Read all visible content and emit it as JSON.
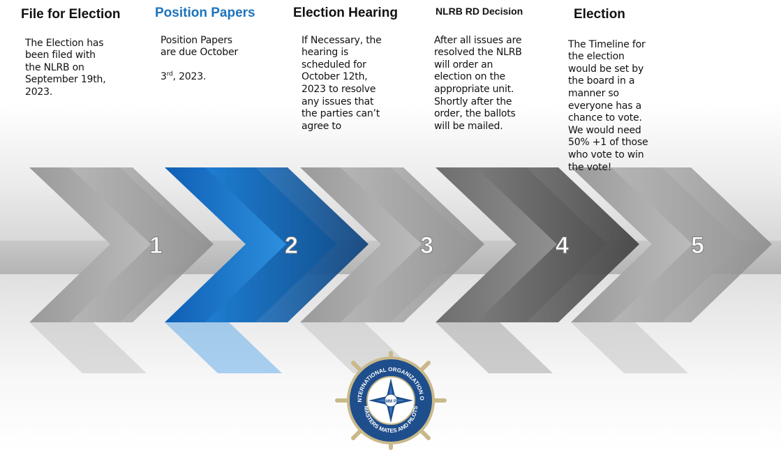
{
  "steps": [
    {
      "number": "1",
      "title": "File for Election",
      "lines": [
        "The Election has",
        "been filed with",
        "the NLRB on",
        "September 19th,",
        "2023."
      ],
      "color": "gray"
    },
    {
      "number": "2",
      "title": "Position Papers",
      "lines": [
        "Position Papers",
        "are due October"
      ],
      "date_day": "3",
      "date_sup": "rd",
      "date_rest": ", 2023.",
      "color": "#1c73bd"
    },
    {
      "number": "3",
      "title": "Election Hearing",
      "lines": [
        "If Necessary, the",
        "hearing is",
        "scheduled for",
        "October 12th,",
        "2023 to resolve",
        "any issues that",
        "the parties can’t",
        "agree to"
      ],
      "color": "gray"
    },
    {
      "number": "4",
      "title": "NLRB RD Decision",
      "lines": [
        "After all issues are",
        "resolved the NLRB",
        "will order an",
        "election on the",
        "appropriate unit.",
        "Shortly after the",
        "order, the ballots",
        "will be mailed."
      ],
      "color": "dark-gray"
    },
    {
      "number": "5",
      "title": "Election",
      "lines": [
        "The Timeline for",
        "the election",
        "would be set by",
        "the board in a",
        "manner so",
        "everyone has a",
        "chance to vote.",
        "We would need",
        "50% +1 of those",
        "who vote to win",
        "the vote!"
      ],
      "color": "gray"
    }
  ],
  "logo": {
    "outer_text": "INTERNATIONAL ORGANIZATION OF",
    "bottom_text": "MASTERS MATES AND PILOTS",
    "center_text": "MM P",
    "ring_color": "#1f4e8c"
  }
}
